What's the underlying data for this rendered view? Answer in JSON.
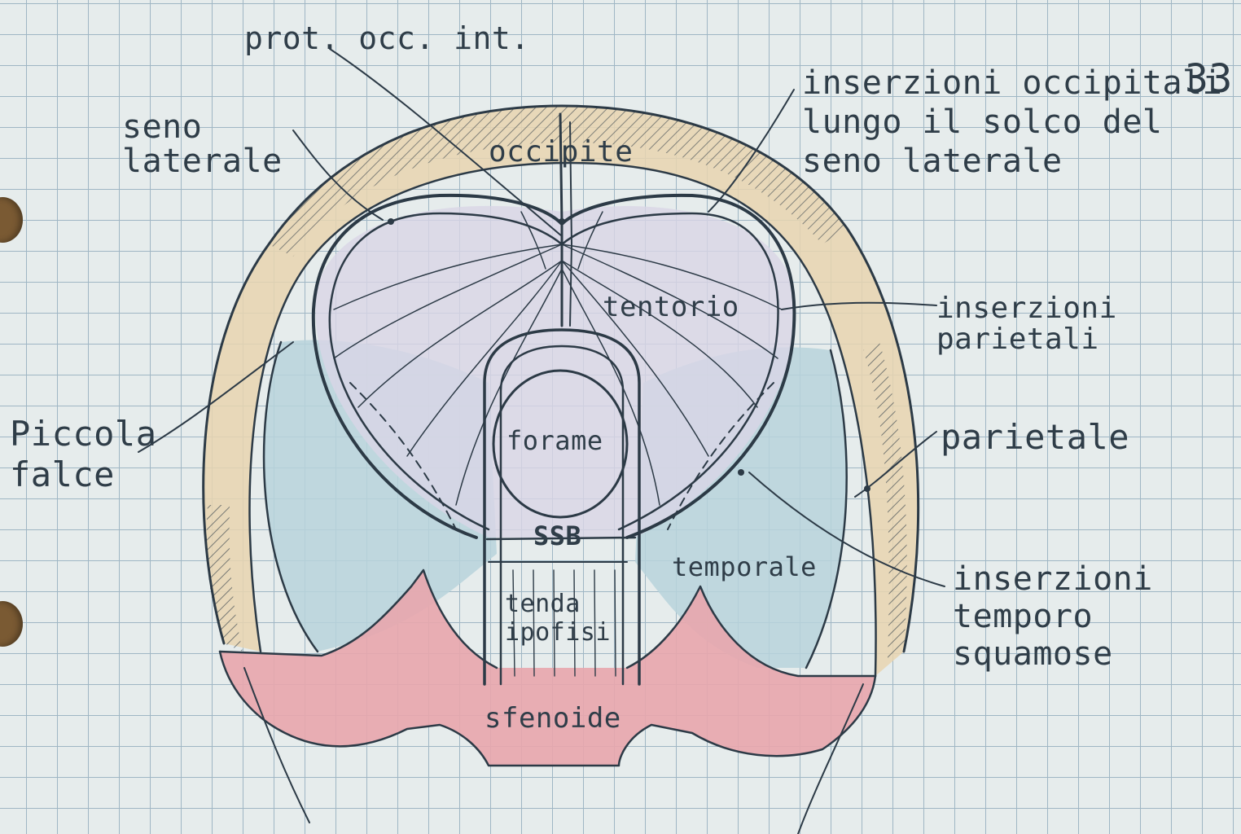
{
  "page_number": "33",
  "labels": {
    "prot_occ_int": "prot. occ. int.",
    "seno_laterale": "seno\nlaterale",
    "occipite": "occipite",
    "inserzioni_occipitali": "inserzioni occipitali\nlungo il solco del\nseno laterale",
    "tentorio": "tentorio",
    "inserzioni_parietali": "inserzioni\nparietali",
    "piccola_falce": "Piccola\nfalce",
    "forame": "forame",
    "parietale": "parietale",
    "ssb": "SSB",
    "temporale": "temporale",
    "tenda_ipofisi": "tenda\nipofisi",
    "inserzioni_temporo_squamose": "inserzioni\ntemporo\nsquamose",
    "sfenoide": "sfenoide"
  },
  "colors": {
    "ink": "#2c3a46",
    "parietal_fill": "#e8d5b0",
    "temporal_fill": "#b7d3dc",
    "sphenoid_fill": "#e8a6ad",
    "tentorium_fill": "#d9d6e6"
  }
}
